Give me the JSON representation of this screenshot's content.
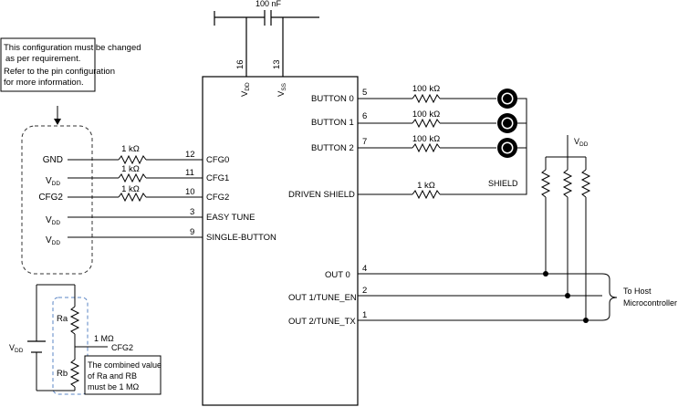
{
  "note_top": {
    "lines": [
      "This configuration must be changed",
      "as per requirement.",
      "Refer to the pin configuration",
      "for more information."
    ]
  },
  "cap": {
    "value": "100 nF"
  },
  "top_pins": {
    "vdd": {
      "num": "16",
      "label": "V",
      "sub": "DD"
    },
    "vss": {
      "num": "13",
      "label": "V",
      "sub": "SS"
    }
  },
  "left_pins": [
    {
      "num": "12",
      "label": "CFG0",
      "src": "GND",
      "src_sub": "",
      "res": "1 kΩ"
    },
    {
      "num": "11",
      "label": "CFG1",
      "src": "V",
      "src_sub": "DD",
      "res": "1 kΩ"
    },
    {
      "num": "10",
      "label": "CFG2",
      "src": "CFG2",
      "src_sub": "",
      "res": "1 kΩ"
    },
    {
      "num": "3",
      "label": "EASY TUNE",
      "src": "V",
      "src_sub": "DD",
      "res": ""
    },
    {
      "num": "9",
      "label": "SINGLE-BUTTON",
      "src": "V",
      "src_sub": "DD",
      "res": ""
    }
  ],
  "right_pins": [
    {
      "num": "5",
      "label": "BUTTON 0",
      "res": "100 kΩ"
    },
    {
      "num": "6",
      "label": "BUTTON 1",
      "res": "100 kΩ"
    },
    {
      "num": "7",
      "label": "BUTTON 2",
      "res": "100 kΩ"
    },
    {
      "num": "",
      "label": "DRIVEN SHIELD",
      "res": "1 kΩ"
    },
    {
      "num": "4",
      "label": "OUT 0",
      "res": ""
    },
    {
      "num": "2",
      "label": "OUT 1/TUNE_EN",
      "res": ""
    },
    {
      "num": "1",
      "label": "OUT 2/TUNE_TX",
      "res": ""
    }
  ],
  "shield": {
    "label": "SHIELD"
  },
  "pullup": {
    "label": "V",
    "sub": "DD"
  },
  "host": {
    "lines": [
      "To Host",
      "Microcontroller"
    ]
  },
  "divider": {
    "vdd_label": "V",
    "vdd_sub": "DD",
    "ra": "Ra",
    "rb": "Rb",
    "total": "1 MΩ",
    "out": "CFG2",
    "note": [
      "The combined value",
      "of Ra and RB",
      "must be 1 MΩ"
    ]
  }
}
